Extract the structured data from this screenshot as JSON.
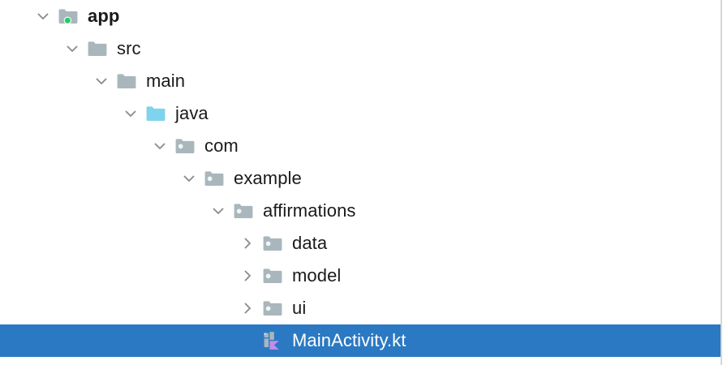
{
  "panel": {
    "name": "project-tree",
    "background_color": "#ffffff",
    "selection_color": "#2b79c2",
    "selection_text_color": "#ffffff",
    "text_color": "#1a1a1a",
    "folder_color": "#a9b7bd",
    "folder_java_color": "#7fd3ec",
    "package_dot_color": "#f2f5f6",
    "module_badge_color": "#25cb6c",
    "kotlin_accent_color": "#c08eea",
    "chevron_color": "#8c8c8c"
  },
  "tree": {
    "rows": [
      {
        "label": "app",
        "depth": 0,
        "icon": "module-folder-icon",
        "toggle": "chevron-down-icon",
        "expanded": true,
        "selected": false,
        "bold": true
      },
      {
        "label": "src",
        "depth": 1,
        "icon": "folder-icon",
        "toggle": "chevron-down-icon",
        "expanded": true,
        "selected": false,
        "bold": false
      },
      {
        "label": "main",
        "depth": 2,
        "icon": "folder-icon",
        "toggle": "chevron-down-icon",
        "expanded": true,
        "selected": false,
        "bold": false
      },
      {
        "label": "java",
        "depth": 3,
        "icon": "source-folder-icon",
        "toggle": "chevron-down-icon",
        "expanded": true,
        "selected": false,
        "bold": false
      },
      {
        "label": "com",
        "depth": 4,
        "icon": "package-icon",
        "toggle": "chevron-down-icon",
        "expanded": true,
        "selected": false,
        "bold": false
      },
      {
        "label": "example",
        "depth": 5,
        "icon": "package-icon",
        "toggle": "chevron-down-icon",
        "expanded": true,
        "selected": false,
        "bold": false
      },
      {
        "label": "affirmations",
        "depth": 6,
        "icon": "package-icon",
        "toggle": "chevron-down-icon",
        "expanded": true,
        "selected": false,
        "bold": false
      },
      {
        "label": "data",
        "depth": 7,
        "icon": "package-icon",
        "toggle": "chevron-right-icon",
        "expanded": false,
        "selected": false,
        "bold": false
      },
      {
        "label": "model",
        "depth": 7,
        "icon": "package-icon",
        "toggle": "chevron-right-icon",
        "expanded": false,
        "selected": false,
        "bold": false
      },
      {
        "label": "ui",
        "depth": 7,
        "icon": "package-icon",
        "toggle": "chevron-right-icon",
        "expanded": false,
        "selected": false,
        "bold": false
      },
      {
        "label": "MainActivity.kt",
        "depth": 7,
        "icon": "kotlin-file-icon",
        "toggle": "none",
        "expanded": false,
        "selected": true,
        "bold": false
      }
    ]
  }
}
